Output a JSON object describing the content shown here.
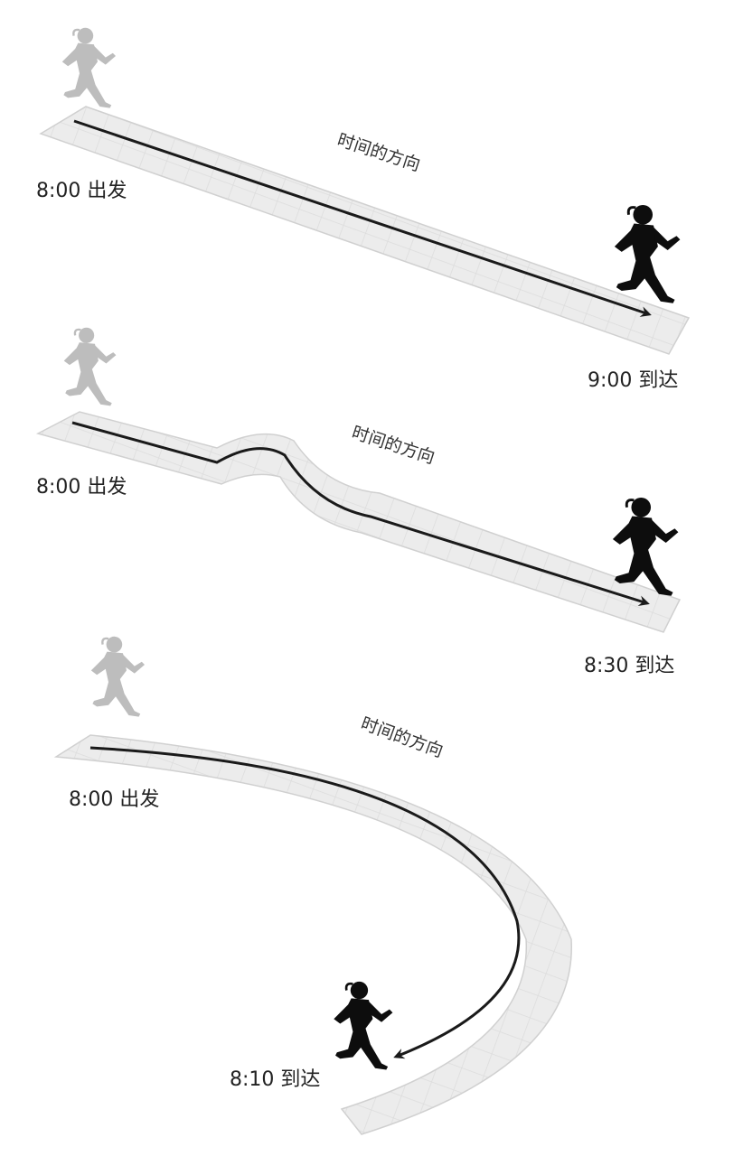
{
  "panels": [
    {
      "id": "straight",
      "direction": "时间的方向",
      "start": "8:00 出发",
      "arrival": "9:00 到达"
    },
    {
      "id": "wave",
      "direction": "时间的方向",
      "start": "8:00 出发",
      "arrival": "8:30 到达"
    },
    {
      "id": "curve",
      "direction": "时间的方向",
      "start": "8:00 出发",
      "arrival": "8:10 到达"
    }
  ],
  "colors": {
    "path_fill": "#e9e9e9",
    "path_edge": "#d6d6d6",
    "arrow": "#1a1a1a",
    "runner_start": "#bdbdbd",
    "runner_end": "#0d0d0d"
  },
  "icons": {
    "start_runner": "runner-icon",
    "end_runner": "runner-icon"
  }
}
